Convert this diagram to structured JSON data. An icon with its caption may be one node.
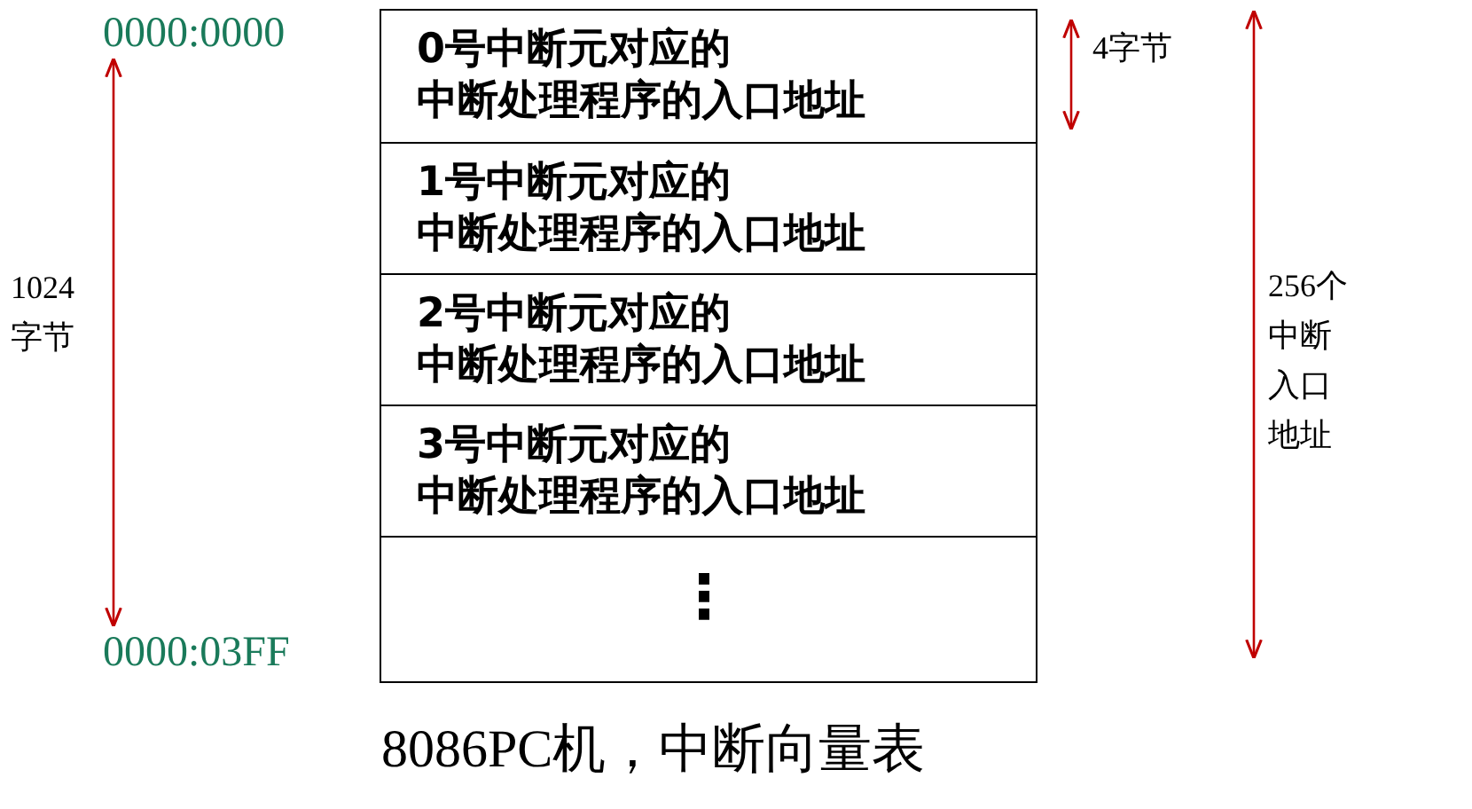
{
  "diagram": {
    "caption": "8086PC机，中断向量表",
    "nodes": [
      {
        "text": [
          "0号中断元对应的",
          "中断处理程序的入口地址"
        ]
      },
      {
        "text": [
          "1号中断元对应的",
          "中断处理程序的入口地址"
        ]
      },
      {
        "text": [
          "2号中断元对应的",
          "中断处理程序的入口地址"
        ]
      },
      {
        "text": [
          "3号中断元对应的",
          "中断处理程序的入口地址"
        ]
      },
      {
        "text": [
          "⋮"
        ]
      }
    ],
    "labels": [
      "0000:0000",
      "4字节",
      "1024 字节",
      "256个中断入口地址",
      "0000:03FF"
    ]
  }
}
